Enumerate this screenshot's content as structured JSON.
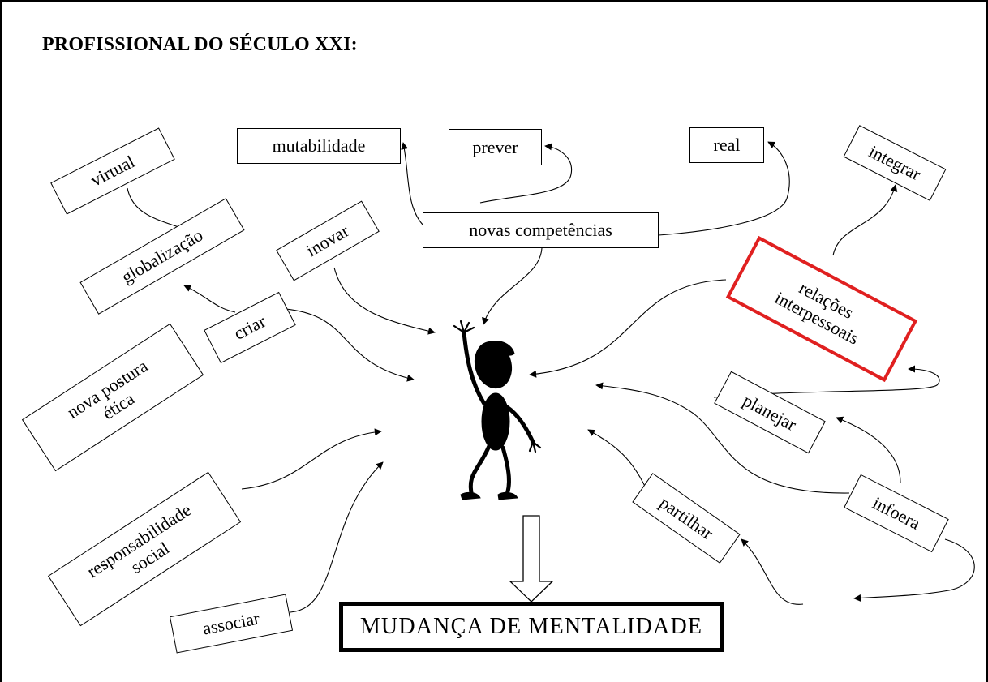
{
  "title": "PROFISSIONAL DO SÉCULO XXI:",
  "nodes": {
    "mutabilidade": "mutabilidade",
    "prever": "prever",
    "real": "real",
    "integrar": "integrar",
    "virtual": "virtual",
    "novas_competencias": "novas competências",
    "globalizacao": "globalização",
    "inovar": "inovar",
    "relacoes_interpessoais": "relações\ninterpessoais",
    "criar": "criar",
    "nova_postura_etica": "nova postura\nética",
    "planejar": "planejar",
    "infoera": "infoera",
    "partilhar": "partilhar",
    "responsabilidade_social": "responsabilidade\nsocial",
    "associar": "associar",
    "mudanca_de_mentalidade": "MUDANÇA DE MENTALIDADE"
  },
  "colors": {
    "highlight_border": "#e02020",
    "line": "#000000"
  },
  "icons": [
    "stick-figure-icon",
    "down-arrow-icon"
  ]
}
